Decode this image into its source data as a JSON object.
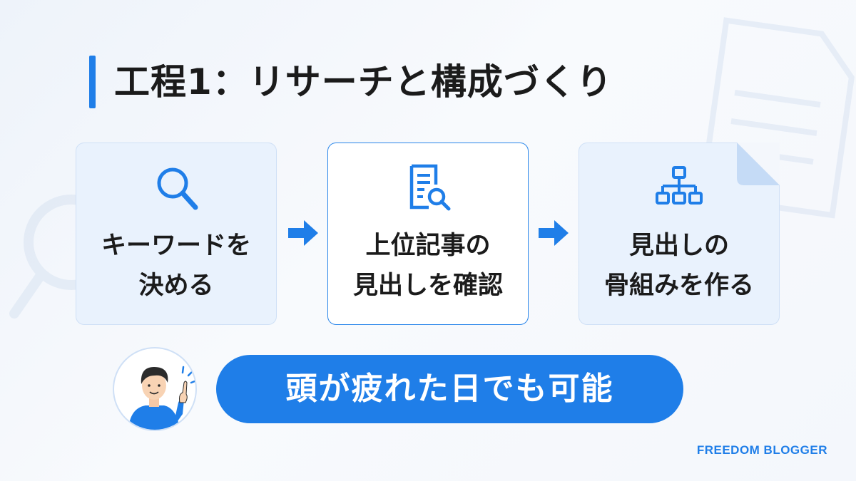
{
  "title": "工程1：リサーチと構成づくり",
  "steps": [
    {
      "icon": "magnifier-icon",
      "line1": "キーワードを",
      "line2": "決める"
    },
    {
      "icon": "document-search-icon",
      "line1": "上位記事の",
      "line2": "見出しを確認"
    },
    {
      "icon": "hierarchy-icon",
      "line1": "見出しの",
      "line2": "骨組みを作る"
    }
  ],
  "banner": "頭が疲れた日でも可能",
  "brand": "FREEDOM BLOGGER",
  "colors": {
    "accent": "#1f7ee8",
    "card_bg": "#e9f2fd",
    "text": "#1b1b1b"
  }
}
